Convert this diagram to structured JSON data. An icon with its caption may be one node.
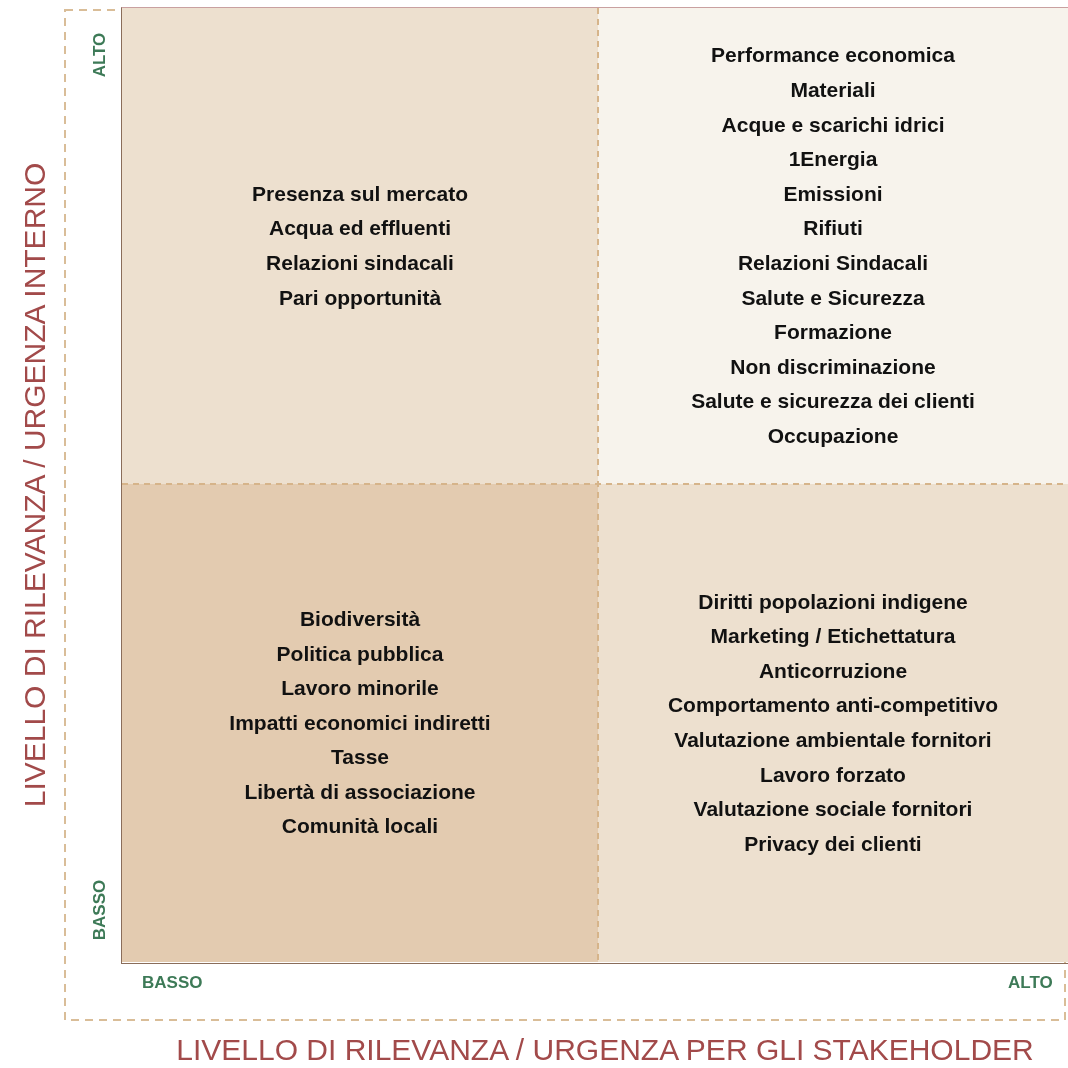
{
  "diagram": {
    "nodes": [
      {
        "text": [
          "Presenza sul mercato",
          "Acqua ed effluenti",
          "Relazioni sindacali",
          "Pari opportunità"
        ]
      },
      {
        "text": [
          "Performance economica",
          "Materiali",
          "Acque e scarichi idrici",
          "1Energia",
          "Emissioni",
          "Rifiuti",
          "Relazioni Sindacali",
          "Salute e Sicurezza",
          "Formazione",
          "Non discriminazione",
          "Salute e sicurezza dei clienti",
          "Occupazione"
        ]
      },
      {
        "text": [
          "Biodiversità",
          "Politica pubblica",
          "Lavoro minorile",
          "Impatti economici indiretti",
          "Tasse",
          "Libertà di associazione",
          "Comunità locali"
        ]
      },
      {
        "text": [
          "Diritti popolazioni indigene",
          "Marketing / Etichettatura",
          "Anticorruzione",
          "Comportamento anti-competitivo",
          "Valutazione ambientale fornitori",
          "Lavoro forzato",
          "Valutazione sociale fornitori",
          "Privacy dei clienti"
        ]
      }
    ],
    "labels": [
      "LIVELLO DI RILEVANZA / URGENZA INTERNO",
      "ALTO",
      "BASSO",
      "BASSO",
      "ALTO",
      "LIVELLO DI RILEVANZA / URGENZA PER GLI STAKEHOLDER"
    ]
  }
}
